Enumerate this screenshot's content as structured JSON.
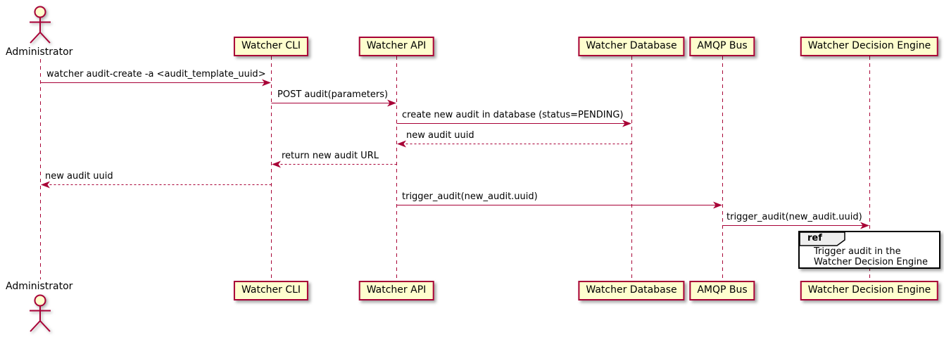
{
  "diagram": {
    "type": "sequence",
    "actor": {
      "name": "Administrator"
    },
    "participants": [
      {
        "label": "Watcher CLI"
      },
      {
        "label": "Watcher API"
      },
      {
        "label": "Watcher Database"
      },
      {
        "label": "AMQP Bus"
      },
      {
        "label": "Watcher Decision Engine"
      }
    ],
    "messages": [
      {
        "from": "Administrator",
        "to": "Watcher CLI",
        "text": "watcher audit-create -a <audit_template_uuid>",
        "line": "solid"
      },
      {
        "from": "Watcher CLI",
        "to": "Watcher API",
        "text": "POST audit(parameters)",
        "line": "solid"
      },
      {
        "from": "Watcher API",
        "to": "Watcher Database",
        "text": "create new audit in database (status=PENDING)",
        "line": "solid"
      },
      {
        "from": "Watcher Database",
        "to": "Watcher API",
        "text": "new audit uuid",
        "line": "dashed"
      },
      {
        "from": "Watcher API",
        "to": "Watcher CLI",
        "text": "return new audit URL",
        "line": "dashed"
      },
      {
        "from": "Watcher CLI",
        "to": "Administrator",
        "text": "new audit uuid",
        "line": "dashed"
      },
      {
        "from": "Watcher API",
        "to": "AMQP Bus",
        "text": "trigger_audit(new_audit.uuid)",
        "line": "solid"
      },
      {
        "from": "AMQP Bus",
        "to": "Watcher Decision Engine",
        "text": "trigger_audit(new_audit.uuid)",
        "line": "solid"
      }
    ],
    "ref": {
      "keyword": "ref",
      "lines": [
        "Trigger audit in the",
        "Watcher Decision Engine"
      ]
    },
    "colors": {
      "stroke": "#A80036",
      "participant_fill": "#FEFECE",
      "text": "#000000",
      "ref_border": "#000000",
      "ref_header_fill": "#EEEEEE",
      "background": "#FFFFFF"
    }
  }
}
